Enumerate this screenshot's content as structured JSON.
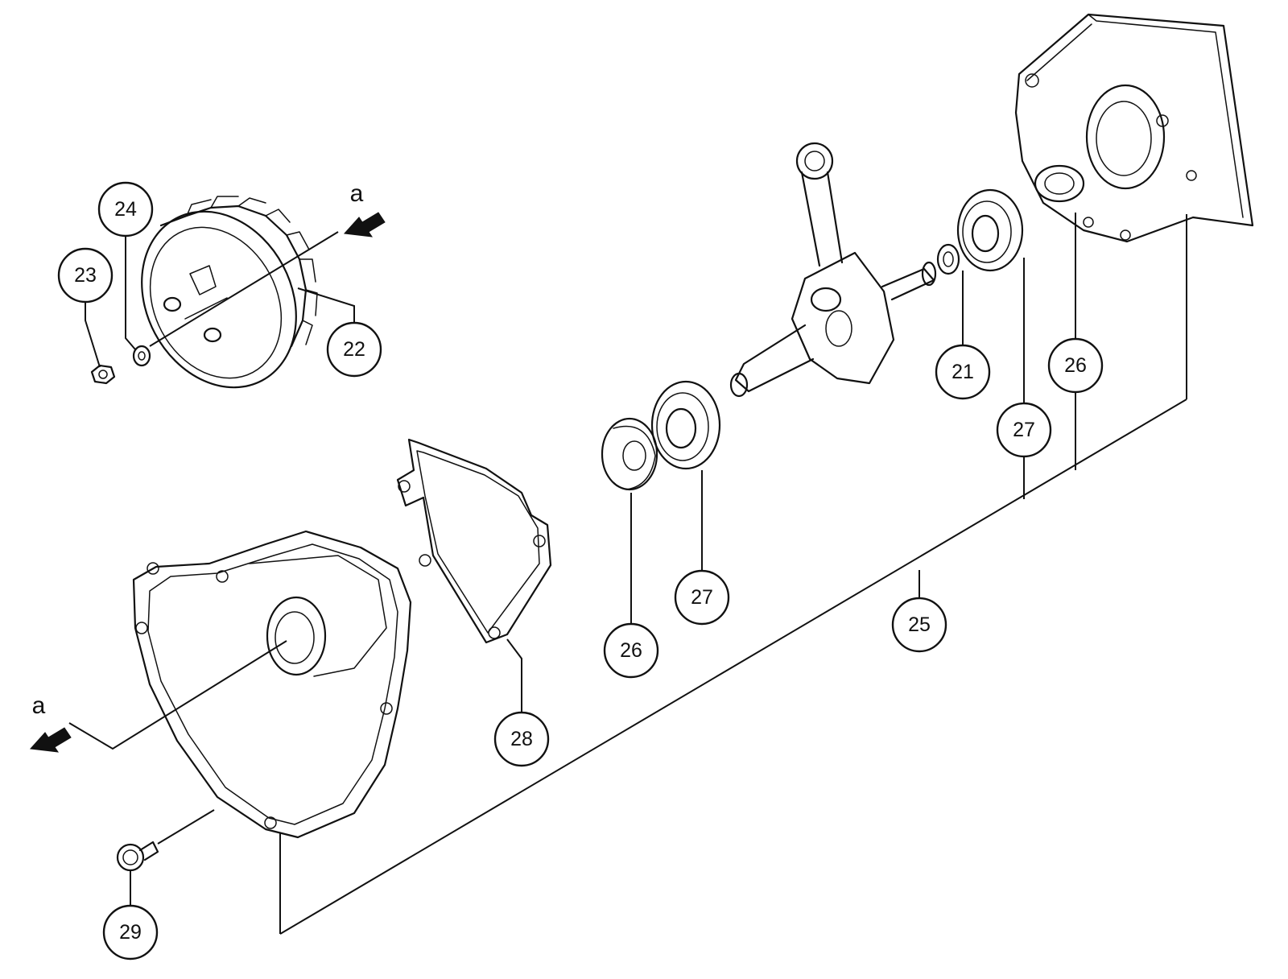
{
  "diagram": {
    "reference_labels": {
      "top": "a",
      "left": "a"
    },
    "callouts": {
      "c21": "21",
      "c22": "22",
      "c23": "23",
      "c24": "24",
      "c25": "25",
      "c26_right": "26",
      "c26_left": "26",
      "c27_right": "27",
      "c27_left": "27",
      "c28": "28",
      "c29": "29"
    }
  }
}
